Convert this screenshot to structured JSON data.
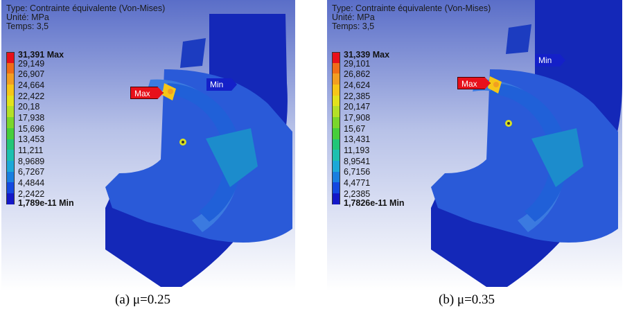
{
  "colors": {
    "background_gradient_top": "#5468c8",
    "background_gradient_bottom": "#ffffff",
    "scale": [
      "#e8101a",
      "#f06d18",
      "#f29e22",
      "#f6c618",
      "#e2e21c",
      "#b4e028",
      "#7ad62c",
      "#46ce3c",
      "#22c678",
      "#1cc0b0",
      "#1ca8d8",
      "#187ee0",
      "#1448e0",
      "#1418c8"
    ]
  },
  "panels": [
    {
      "header": {
        "type": "Type: Contrainte équivalente (Von-Mises)",
        "unit": "Unité: MPa",
        "time": "Temps: 3,5"
      },
      "legend": {
        "labels": [
          "31,391 Max",
          "29,149",
          "26,907",
          "24,664",
          "22,422",
          "20,18",
          "17,938",
          "15,696",
          "13,453",
          "11,211",
          "8,9689",
          "6,7267",
          "4,4844",
          "2,2422"
        ],
        "bottom_label": "1,789e-11 Min"
      },
      "max_tag": "Max",
      "min_tag": "Min",
      "caption": "(a) μ=0.25"
    },
    {
      "header": {
        "type": "Type: Contrainte équivalente (Von-Mises)",
        "unit": "Unité: MPa",
        "time": "Temps: 3,5"
      },
      "legend": {
        "labels": [
          "31,339 Max",
          "29,101",
          "26,862",
          "24,624",
          "22,385",
          "20,147",
          "17,908",
          "15,67",
          "13,431",
          "11,193",
          "8,9541",
          "6,7156",
          "4,4771",
          "2,2385"
        ],
        "bottom_label": "1,7826e-11 Min"
      },
      "max_tag": "Max",
      "min_tag": "Min",
      "caption": "(b) μ=0.35"
    }
  ]
}
